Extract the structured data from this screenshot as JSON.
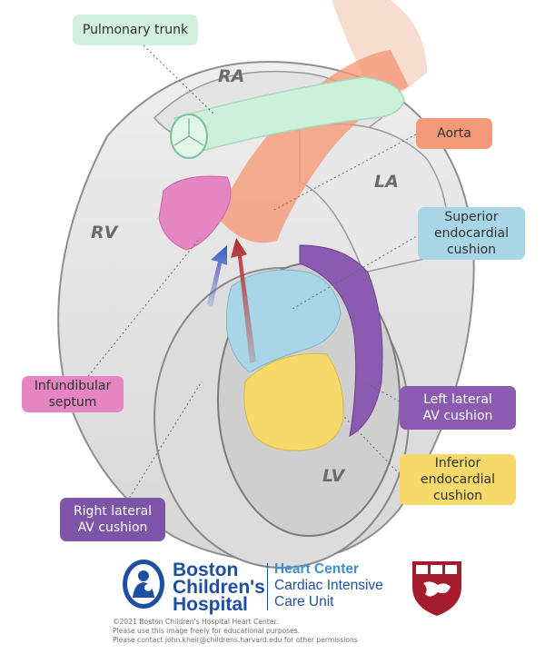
{
  "colors": {
    "pulmonary": "#d3f1df",
    "aorta": "#f59a78",
    "superior": "#a8d6e6",
    "infundibular": "#e585c1",
    "left_lateral": "#8a5bb0",
    "inferior": "#f5d96a",
    "right_lateral": "#7d55a8",
    "brand_blue": "#1f4fa0",
    "crimson": "#a51c30"
  },
  "chambers": {
    "ra": "RA",
    "la": "LA",
    "rv": "RV",
    "lv": "LV"
  },
  "labels": {
    "pulmonary_trunk": [
      "Pulmonary trunk"
    ],
    "aorta": [
      "Aorta"
    ],
    "superior_cushion": [
      "Superior",
      "endocardial",
      "cushion"
    ],
    "infundibular_septum": [
      "Infundibular",
      "septum"
    ],
    "left_lateral_cushion": [
      "Left lateral",
      "AV cushion"
    ],
    "inferior_cushion": [
      "Inferior",
      "endocardial",
      "cushion"
    ],
    "right_lateral_cushion": [
      "Right lateral",
      "AV cushion"
    ]
  },
  "footer": {
    "bch_lines": [
      "Boston",
      "Children's",
      "Hospital"
    ],
    "hc_title": "Heart Center",
    "hc_lines": [
      "Cardiac Intensive",
      "Care Unit"
    ],
    "copyright_lines": [
      "©2021 Boston Children's Hospital Heart Center.",
      "Please use this image freely for educational purposes.",
      "Please contact john.kheir@childrens.harvard.edu for other permissions"
    ]
  },
  "icons": [
    "bch-logo-icon",
    "harvard-shield-icon"
  ]
}
